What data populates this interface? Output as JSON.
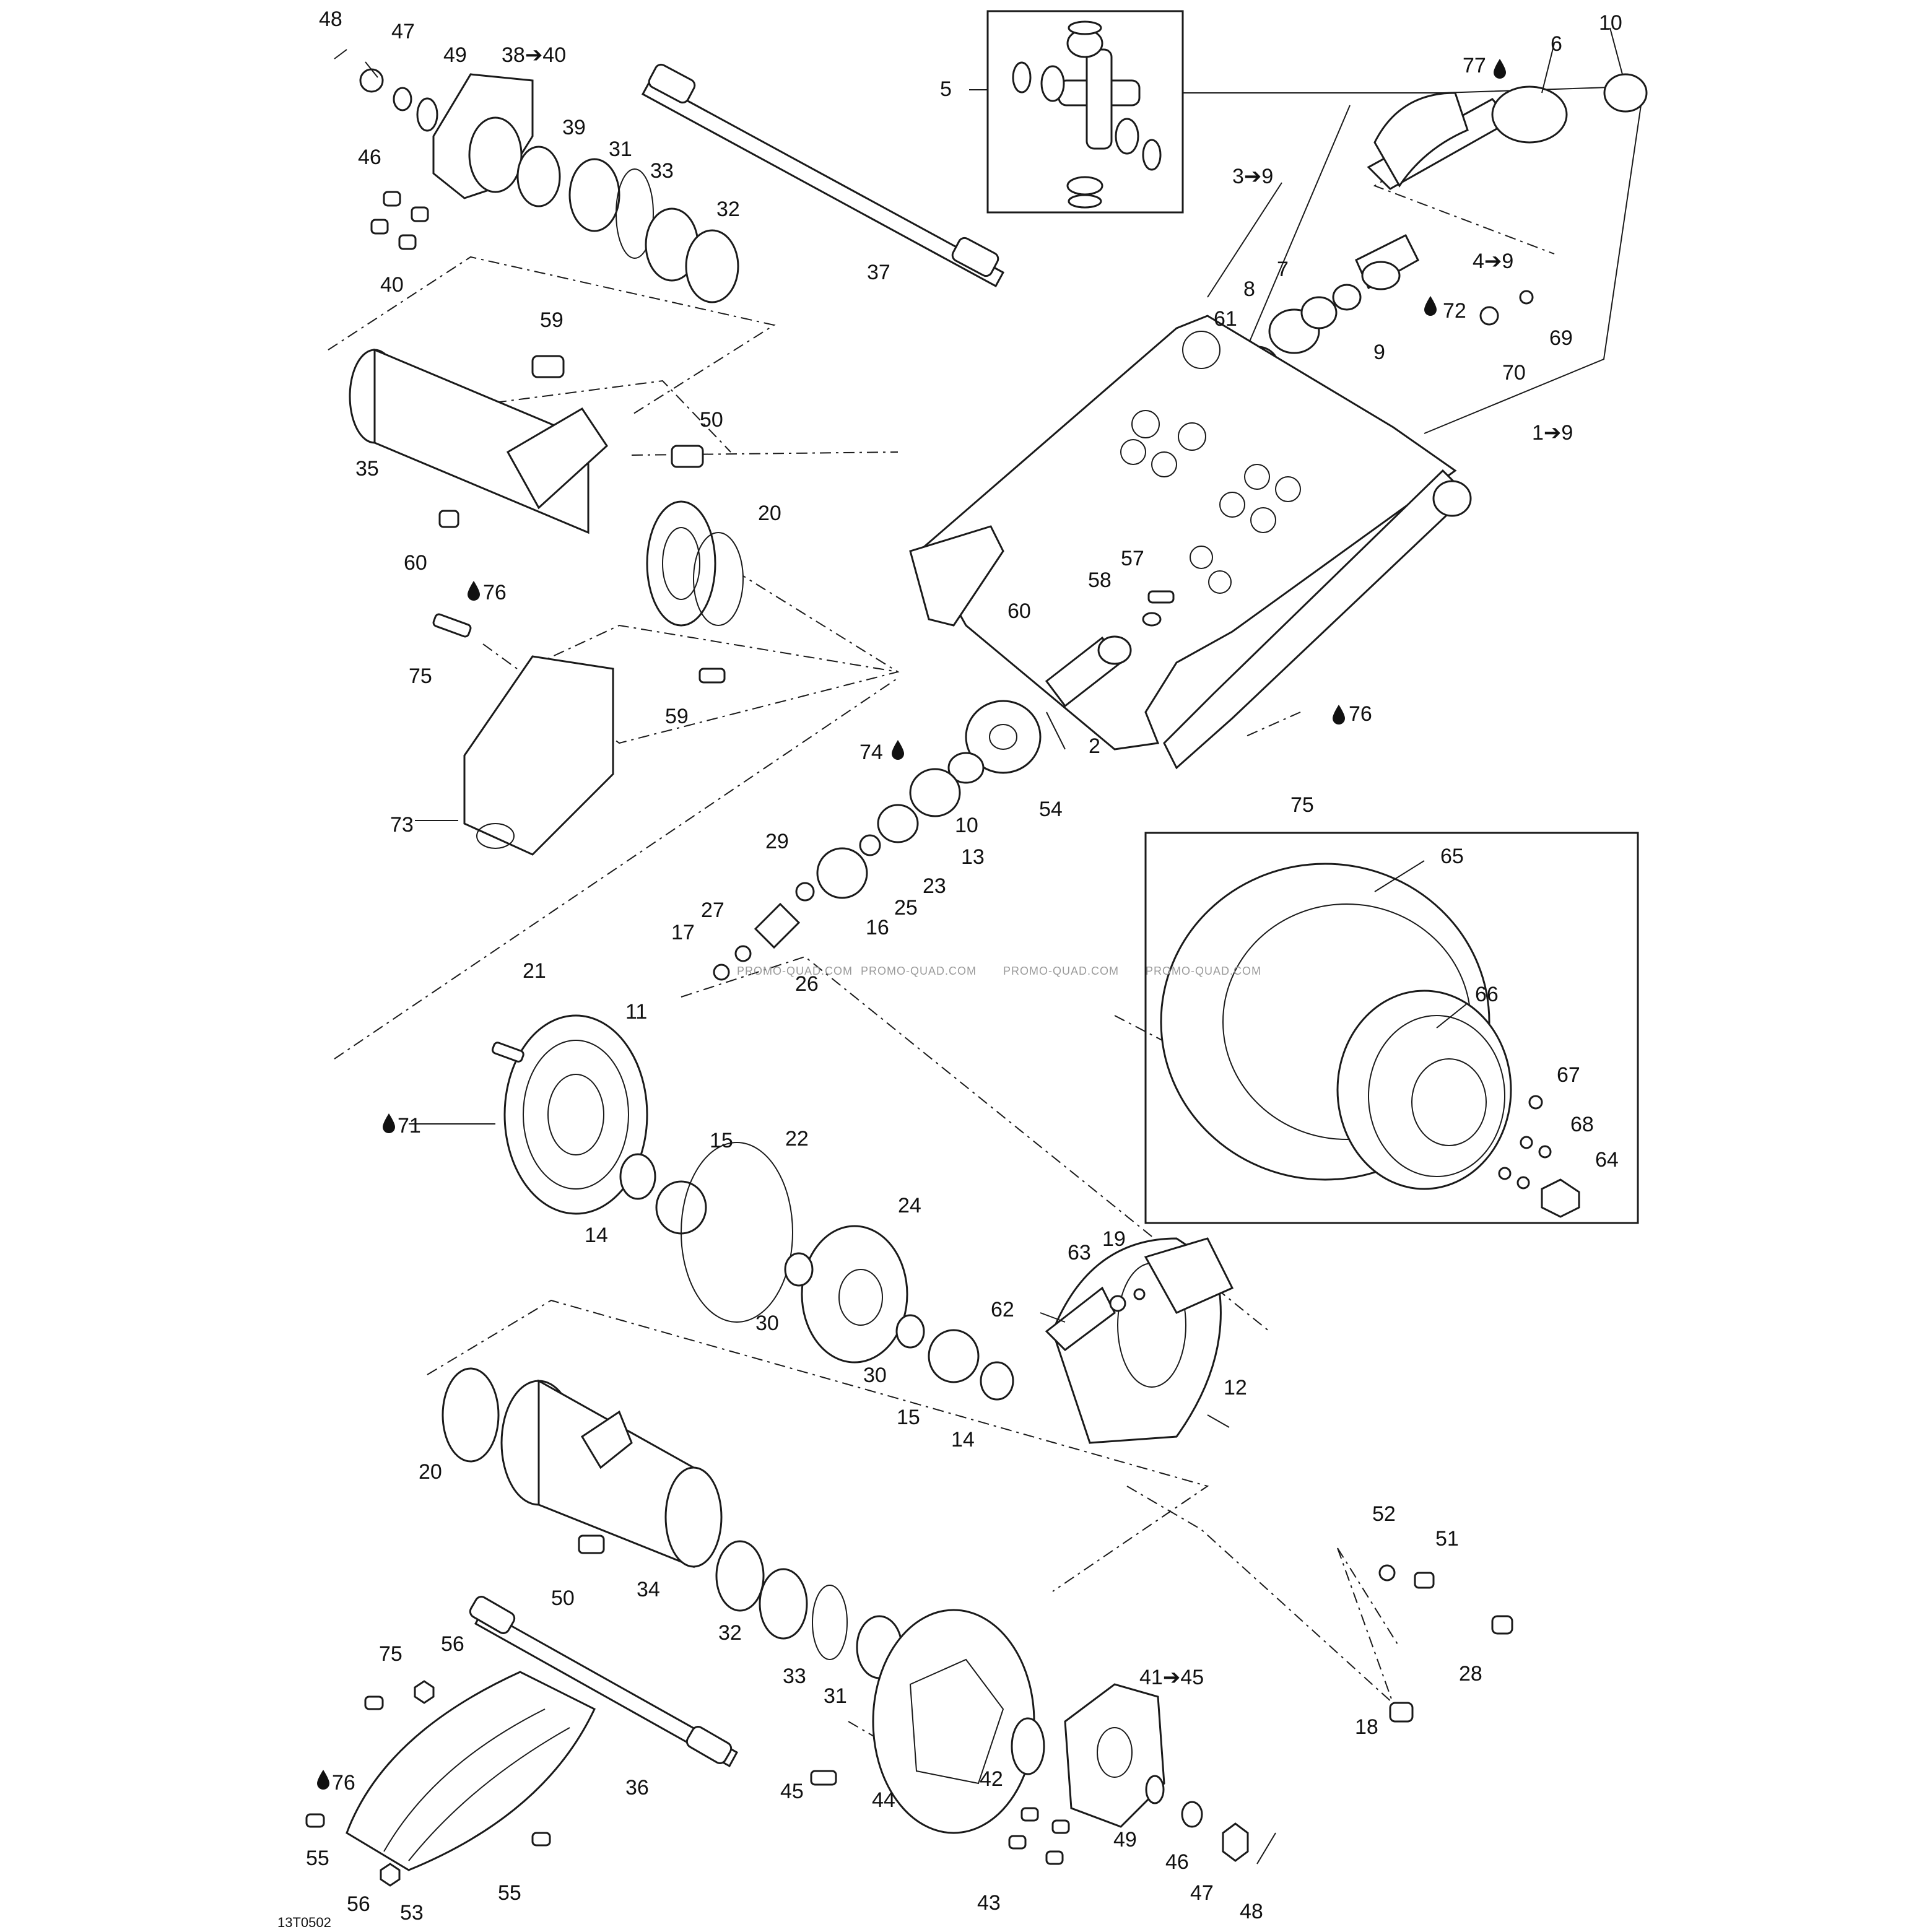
{
  "diagram_code": "13T0502",
  "watermark": "PROMO-QUAD.COM",
  "callouts": [
    {
      "id": "c1",
      "text": "48"
    },
    {
      "id": "c2",
      "text": "47"
    },
    {
      "id": "c3",
      "text": "49"
    },
    {
      "id": "c4",
      "text": "38➔40"
    },
    {
      "id": "c5",
      "text": "46"
    },
    {
      "id": "c6",
      "text": "39"
    },
    {
      "id": "c7",
      "text": "31"
    },
    {
      "id": "c8",
      "text": "33"
    },
    {
      "id": "c9",
      "text": "32"
    },
    {
      "id": "c10",
      "text": "40"
    },
    {
      "id": "c11",
      "text": "37"
    },
    {
      "id": "c12",
      "text": "5"
    },
    {
      "id": "c13",
      "text": "77"
    },
    {
      "id": "c14",
      "text": "6"
    },
    {
      "id": "c15",
      "text": "10"
    },
    {
      "id": "c16",
      "text": "3➔9"
    },
    {
      "id": "c17",
      "text": "4➔9"
    },
    {
      "id": "c18",
      "text": "7"
    },
    {
      "id": "c19",
      "text": "8"
    },
    {
      "id": "c20",
      "text": "61"
    },
    {
      "id": "c21",
      "text": "9"
    },
    {
      "id": "c22",
      "text": "72"
    },
    {
      "id": "c23",
      "text": "70"
    },
    {
      "id": "c24",
      "text": "69"
    },
    {
      "id": "c25",
      "text": "1➔9"
    },
    {
      "id": "c26",
      "text": "59"
    },
    {
      "id": "c27",
      "text": "35"
    },
    {
      "id": "c28",
      "text": "50"
    },
    {
      "id": "c29",
      "text": "20"
    },
    {
      "id": "c30",
      "text": "60"
    },
    {
      "id": "c31",
      "text": "60"
    },
    {
      "id": "c32",
      "text": "57"
    },
    {
      "id": "c33",
      "text": "58"
    },
    {
      "id": "c34",
      "text": "76"
    },
    {
      "id": "c35",
      "text": "75"
    },
    {
      "id": "c36",
      "text": "59"
    },
    {
      "id": "c37",
      "text": "73"
    },
    {
      "id": "c38",
      "text": "2"
    },
    {
      "id": "c39",
      "text": "54"
    },
    {
      "id": "c40",
      "text": "74"
    },
    {
      "id": "c41",
      "text": "10"
    },
    {
      "id": "c42",
      "text": "13"
    },
    {
      "id": "c43",
      "text": "29"
    },
    {
      "id": "c44",
      "text": "23"
    },
    {
      "id": "c45",
      "text": "25"
    },
    {
      "id": "c46",
      "text": "16"
    },
    {
      "id": "c47",
      "text": "27"
    },
    {
      "id": "c48",
      "text": "17"
    },
    {
      "id": "c49",
      "text": "26"
    },
    {
      "id": "c50",
      "text": "76"
    },
    {
      "id": "c51",
      "text": "75"
    },
    {
      "id": "c52",
      "text": "65"
    },
    {
      "id": "c53",
      "text": "66"
    },
    {
      "id": "c54",
      "text": "67"
    },
    {
      "id": "c55",
      "text": "68"
    },
    {
      "id": "c56",
      "text": "64"
    },
    {
      "id": "c57",
      "text": "21"
    },
    {
      "id": "c58",
      "text": "11"
    },
    {
      "id": "c59",
      "text": "71"
    },
    {
      "id": "c60",
      "text": "15"
    },
    {
      "id": "c61",
      "text": "22"
    },
    {
      "id": "c62",
      "text": "14"
    },
    {
      "id": "c63",
      "text": "24"
    },
    {
      "id": "c64",
      "text": "30"
    },
    {
      "id": "c65",
      "text": "63"
    },
    {
      "id": "c66",
      "text": "19"
    },
    {
      "id": "c67",
      "text": "62"
    },
    {
      "id": "c68",
      "text": "30"
    },
    {
      "id": "c69",
      "text": "15"
    },
    {
      "id": "c70",
      "text": "14"
    },
    {
      "id": "c71",
      "text": "12"
    },
    {
      "id": "c72",
      "text": "20"
    },
    {
      "id": "c73",
      "text": "50"
    },
    {
      "id": "c74",
      "text": "34"
    },
    {
      "id": "c75",
      "text": "32"
    },
    {
      "id": "c76",
      "text": "33"
    },
    {
      "id": "c77",
      "text": "31"
    },
    {
      "id": "c78",
      "text": "52"
    },
    {
      "id": "c79",
      "text": "51"
    },
    {
      "id": "c80",
      "text": "28"
    },
    {
      "id": "c81",
      "text": "18"
    },
    {
      "id": "c82",
      "text": "41➔45"
    },
    {
      "id": "c83",
      "text": "75"
    },
    {
      "id": "c84",
      "text": "56"
    },
    {
      "id": "c85",
      "text": "76"
    },
    {
      "id": "c86",
      "text": "36"
    },
    {
      "id": "c87",
      "text": "45"
    },
    {
      "id": "c88",
      "text": "44"
    },
    {
      "id": "c89",
      "text": "42"
    },
    {
      "id": "c90",
      "text": "49"
    },
    {
      "id": "c91",
      "text": "46"
    },
    {
      "id": "c92",
      "text": "47"
    },
    {
      "id": "c93",
      "text": "48"
    },
    {
      "id": "c94",
      "text": "43"
    },
    {
      "id": "c95",
      "text": "55"
    },
    {
      "id": "c96",
      "text": "55"
    },
    {
      "id": "c97",
      "text": "56"
    },
    {
      "id": "c98",
      "text": "53"
    }
  ]
}
